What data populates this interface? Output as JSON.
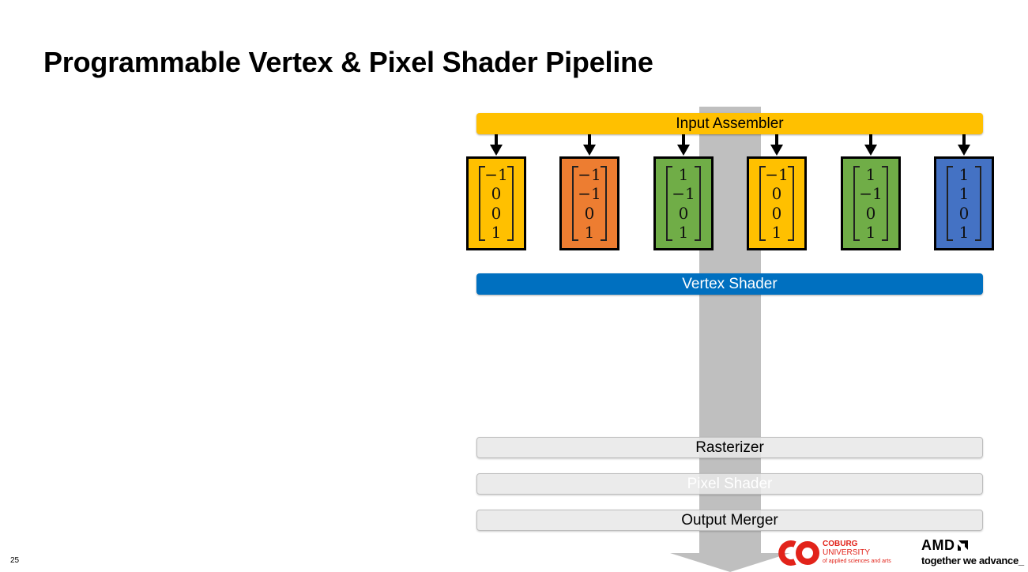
{
  "slide": {
    "title": "Programmable Vertex & Pixel Shader Pipeline",
    "number": "25"
  },
  "pipeline": {
    "stages": [
      {
        "label": "Input Assembler",
        "color": "#ffc000"
      },
      {
        "label": "Vertex Shader",
        "color": "#0070c0"
      },
      {
        "label": "Rasterizer",
        "color": "#e7e7e7"
      },
      {
        "label": "Pixel Shader",
        "color": "#e7e7e7"
      },
      {
        "label": "Output Merger",
        "color": "#e7e7e7"
      }
    ],
    "flow_arrow_color": "#bfbfbf"
  },
  "vertices": [
    {
      "values": [
        "−1",
        "0",
        "0",
        "1"
      ],
      "color": "#ffc000"
    },
    {
      "values": [
        "−1",
        "−1",
        "0",
        "1"
      ],
      "color": "#ed7d31"
    },
    {
      "values": [
        "1",
        "−1",
        "0",
        "1"
      ],
      "color": "#70ad47"
    },
    {
      "values": [
        "−1",
        "0",
        "0",
        "1"
      ],
      "color": "#ffc000"
    },
    {
      "values": [
        "1",
        "−1",
        "0",
        "1"
      ],
      "color": "#70ad47"
    },
    {
      "values": [
        "1",
        "1",
        "0",
        "1"
      ],
      "color": "#4472c4"
    }
  ],
  "logos": {
    "coburg": {
      "mark": "CO",
      "line1": "COBURG",
      "line2": "UNIVERSITY",
      "line3": "of applied sciences and arts",
      "color": "#e2231a"
    },
    "amd": {
      "brand": "AMD",
      "tagline": "together we advance_"
    }
  }
}
